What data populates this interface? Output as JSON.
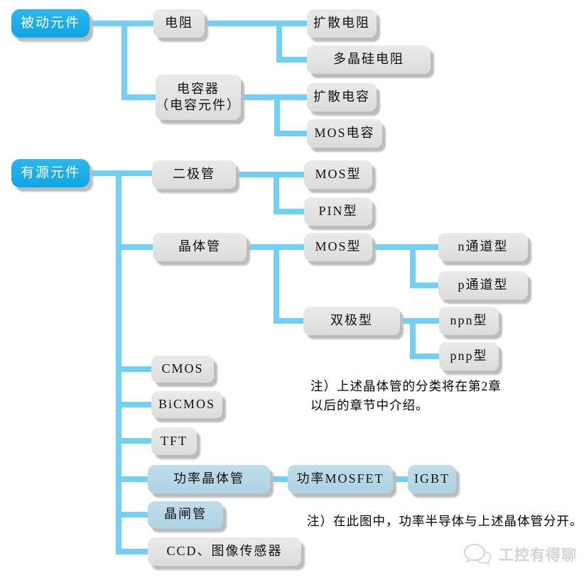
{
  "colors": {
    "accent": "#15ace8",
    "connector": "#72d0f4",
    "node_gray": "#e0e0e0",
    "node_blue": "#b5d8e8",
    "shadow": "#bcbcbc",
    "text": "#111111",
    "root_text": "#ffffff",
    "watermark": "#d4d4d4"
  },
  "nodes": {
    "passive": "被动元件",
    "resistor": "电阻",
    "diffusion_resistor": "扩散电阻",
    "polysilicon_resistor": "多晶硅电阻",
    "capacitor": "电容器\n（电容元件）",
    "diffusion_capacitor": "扩散电容",
    "mos_capacitor": "MOS电容",
    "active": "有源元件",
    "diode": "二极管",
    "diode_mos": "MOS型",
    "diode_pin": "PIN型",
    "transistor": "晶体管",
    "transistor_mos": "MOS型",
    "n_channel": "n通道型",
    "p_channel": "p通道型",
    "bipolar": "双极型",
    "npn": "npn型",
    "pnp": "pnp型",
    "cmos": "CMOS",
    "bicmos": "BiCMOS",
    "tft": "TFT",
    "power_transistor": "功率晶体管",
    "power_mosfet": "功率MOSFET",
    "igbt": "IGBT",
    "thyristor": "晶闸管",
    "ccd": "CCD、图像传感器"
  },
  "hierarchy": {
    "被动元件": {
      "电阻": [
        "扩散电阻",
        "多晶硅电阻"
      ],
      "电容器（电容元件）": [
        "扩散电容",
        "MOS电容"
      ]
    },
    "有源元件": {
      "二极管": [
        "MOS型",
        "PIN型"
      ],
      "晶体管": {
        "MOS型": [
          "n通道型",
          "p通道型"
        ],
        "双极型": [
          "npn型",
          "pnp型"
        ]
      },
      "CMOS": [],
      "BiCMOS": [],
      "TFT": [],
      "功率晶体管": {
        "功率MOSFET": [
          "IGBT"
        ]
      },
      "晶闸管": [],
      "CCD、图像传感器": []
    }
  },
  "notes": {
    "transistor_note_line1": "注）上述晶体管的分类将在第2章",
    "transistor_note_line2": "以后的章节中介绍。",
    "power_note": "注）在此图中，功率半导体与上述晶体管分开。"
  },
  "watermark": {
    "text": "工控有得聊",
    "icon": "chat-bubbles-icon"
  }
}
